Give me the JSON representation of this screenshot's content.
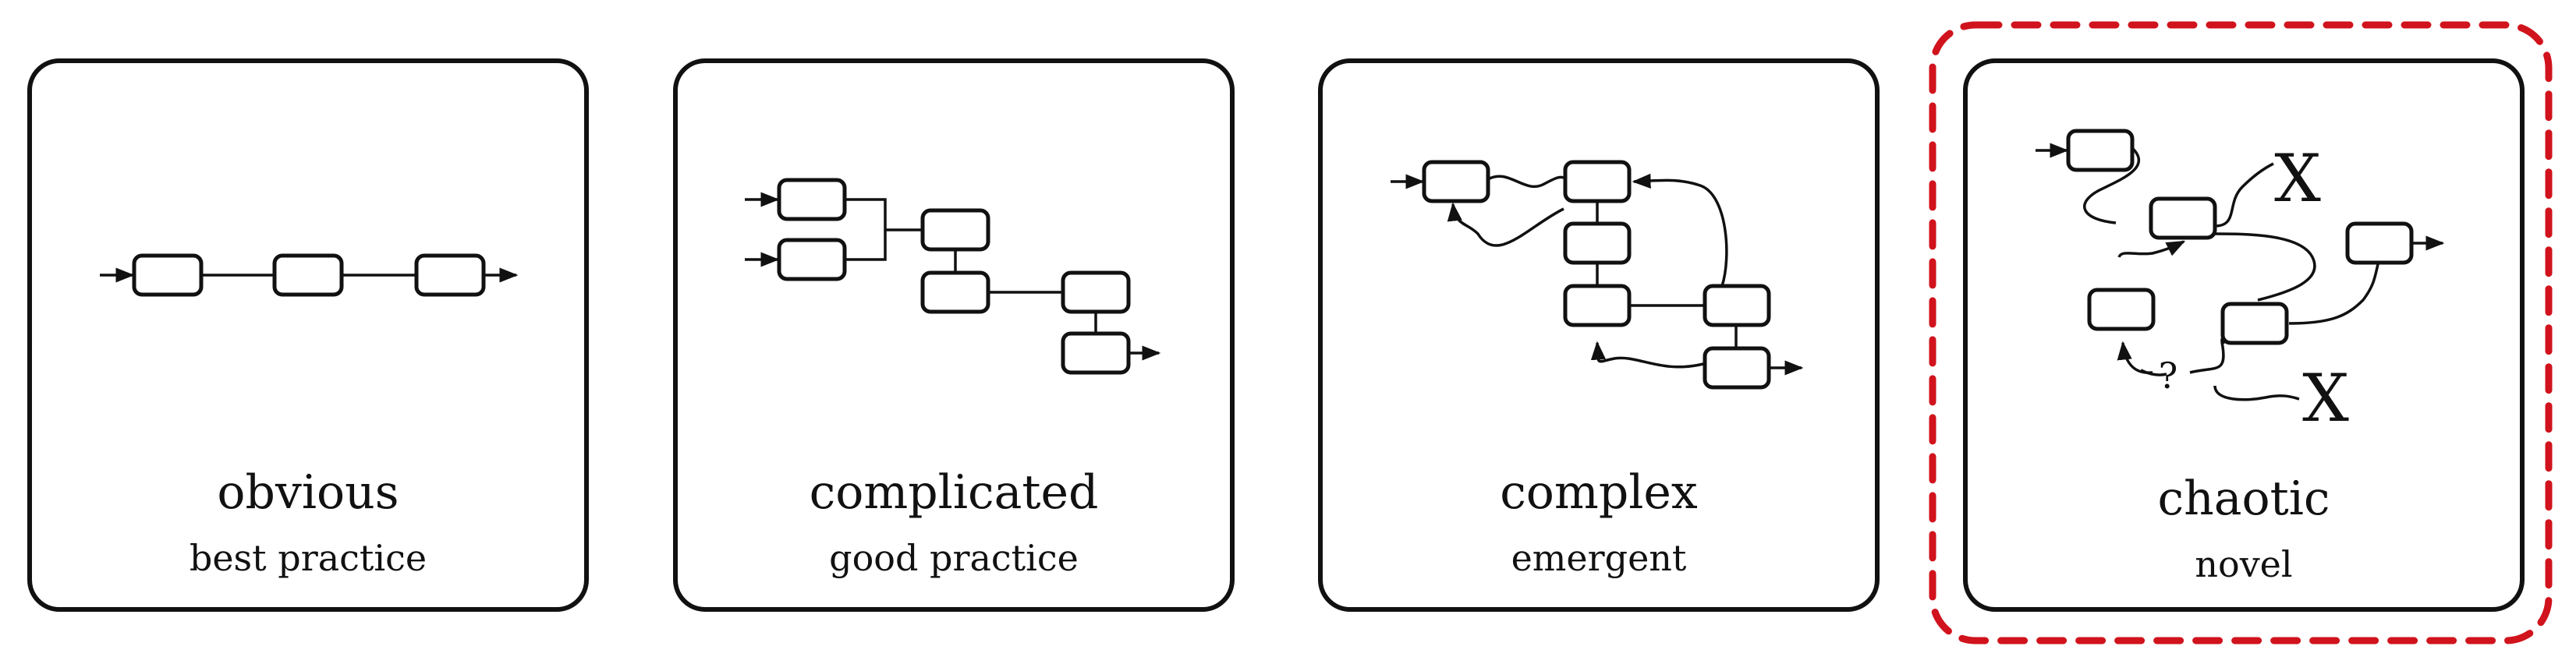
{
  "panels": [
    {
      "id": "obvious",
      "title": "obvious",
      "subtitle": "best practice"
    },
    {
      "id": "complicated",
      "title": "complicated",
      "subtitle": "good practice"
    },
    {
      "id": "complex",
      "title": "complex",
      "subtitle": "emergent"
    },
    {
      "id": "chaotic",
      "title": "chaotic",
      "subtitle": "novel"
    }
  ],
  "chaotic_marks": {
    "x_top": "X",
    "x_bottom": "X",
    "question": "?"
  },
  "colors": {
    "highlight": "#d0131c",
    "ink": "#111111"
  }
}
